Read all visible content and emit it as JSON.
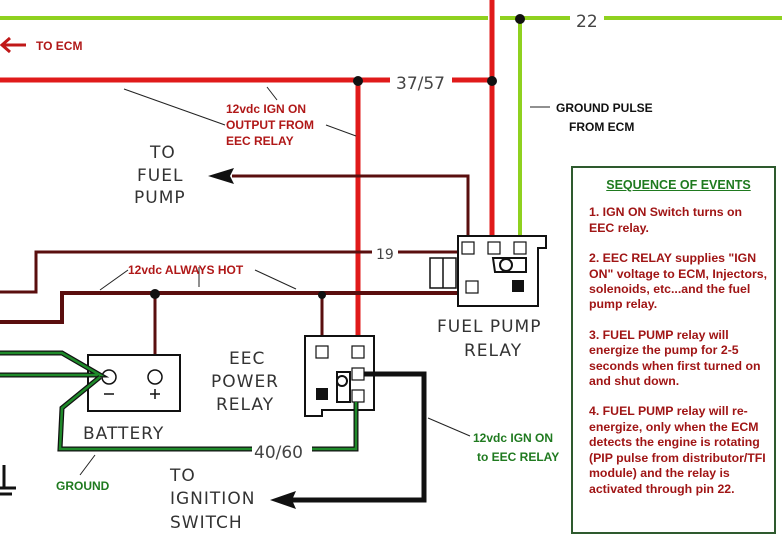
{
  "labels": {
    "to_ecm": "TO ECM",
    "ign_on_output": [
      "12vdc IGN ON",
      "OUTPUT FROM",
      "EEC RELAY"
    ],
    "ground_pulse": [
      "GROUND PULSE",
      "FROM ECM"
    ],
    "always_hot": "12vdc ALWAYS HOT",
    "ign_on_to_eec": [
      "12vdc IGN ON",
      "to EEC RELAY"
    ],
    "ground": "GROUND",
    "to_fuel_pump": [
      "TO",
      "FUEL",
      "PUMP"
    ],
    "to_ignition_switch": [
      "TO",
      "IGNITION",
      "SWITCH"
    ]
  },
  "wire_numbers": {
    "pin_22": "22",
    "wire_37_57": "37/57",
    "wire_19": "19",
    "wire_40_60": "40/60"
  },
  "components": {
    "fuel_pump_relay": [
      "FUEL PUMP",
      "RELAY"
    ],
    "eec_power_relay": [
      "EEC",
      "POWER",
      "RELAY"
    ],
    "battery": "BATTERY",
    "battery_neg": "−",
    "battery_pos": "+"
  },
  "sequence": {
    "title": "SEQUENCE OF EVENTS",
    "steps": [
      "1. IGN ON Switch turns on EEC relay.",
      "2. EEC RELAY supplies \"IGN ON\" voltage to ECM, Injectors, solenoids, etc...and the fuel pump relay.",
      "3. FUEL PUMP relay will energize the pump for 2-5 seconds when first turned on and shut down.",
      "4. FUEL PUMP relay will re-energize, only when the ECM detects the engine is rotating (PIP pulse from distributor/TFI module) and the relay is activated through pin 22."
    ]
  },
  "colors": {
    "ign_wire": "#e01a1a",
    "ground_pulse_wire": "#8fd11f",
    "hot_wire": "#5a0e0e",
    "ground_wire": "#1f8a2a",
    "label_red": "#b01818",
    "label_green": "#1f7a1f"
  }
}
